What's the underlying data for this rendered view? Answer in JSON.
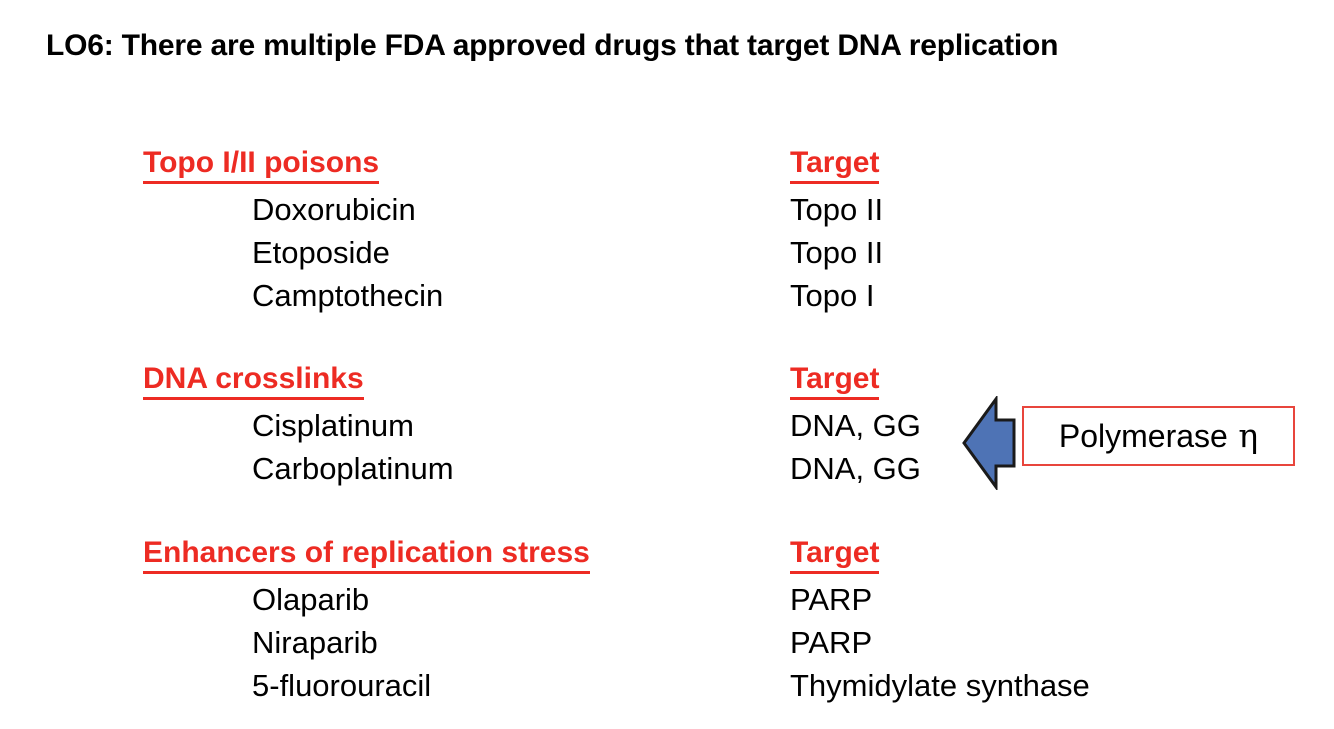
{
  "slide": {
    "title": "LO6: There are multiple FDA approved drugs that target DNA replication",
    "background_color": "#FFFFFF",
    "heading_color": "#ED2B23",
    "body_text_color": "#000000",
    "arrow_color": "#4E73B5",
    "arrow_outline_color": "#1A1A1A",
    "callout_border_color": "#E8453C"
  },
  "sections": [
    {
      "left_heading": "Topo I/II poisons",
      "right_heading": "Target",
      "rows": [
        {
          "drug": "Doxorubicin",
          "target": "Topo II"
        },
        {
          "drug": "Etoposide",
          "target": "Topo II"
        },
        {
          "drug": "Camptothecin",
          "target": "Topo I"
        }
      ]
    },
    {
      "left_heading": "DNA crosslinks",
      "right_heading": "Target",
      "rows": [
        {
          "drug": "Cisplatinum",
          "target": "DNA, GG"
        },
        {
          "drug": "Carboplatinum",
          "target": "DNA, GG"
        }
      ]
    },
    {
      "left_heading": "Enhancers of replication stress",
      "right_heading": "Target",
      "rows": [
        {
          "drug": "Olaparib",
          "target": "PARP"
        },
        {
          "drug": "Niraparib",
          "target": "PARP"
        },
        {
          "drug": "5-fluorouracil",
          "target": "Thymidylate synthase"
        }
      ]
    }
  ],
  "callout": {
    "label_text": "Polymerase",
    "label_symbol": "η",
    "arrow_icon": "left-arrow-icon",
    "arrow_direction": "left"
  }
}
